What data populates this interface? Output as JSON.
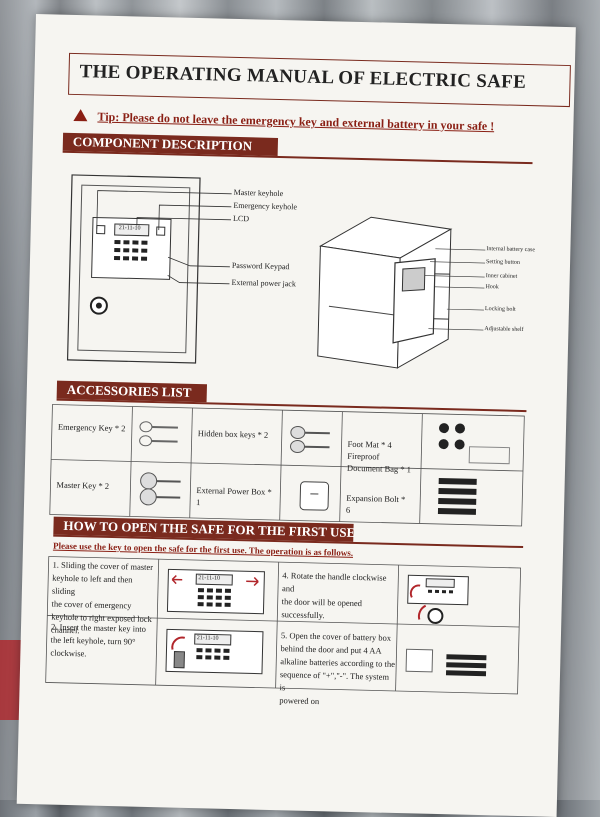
{
  "manual": {
    "title": "THE OPERATING MANUAL OF ELECTRIC SAFE",
    "tip": "Tip: Please do not leave the emergency key and external battery in your safe !",
    "sections": {
      "component": "COMPONENT   DESCRIPTION",
      "accessories": "ACCESSORIES   LIST",
      "howto": "HOW TO OPEN THE SAFE FOR THE FIRST USE"
    },
    "front_labels": [
      "Master keyhole",
      "Emergency keyhole",
      "LCD",
      "Password Keypad",
      "External power jack"
    ],
    "interior_labels": [
      "Internal battery case",
      "Setting button",
      "Inner cabinet",
      "Hook",
      "Locking bolt",
      "Adjustable shelf"
    ],
    "lcd_text": "21-11-10",
    "accessories": [
      {
        "label": "Emergency Key * 2"
      },
      {
        "label": "Hidden box keys * 2"
      },
      {
        "label": "Foot Mat * 4",
        "label2": "Fireproof",
        "label3": "Document Bag * 1"
      },
      {
        "label": "Master Key * 2"
      },
      {
        "label": "External Power Box *",
        "label2": "1"
      },
      {
        "label": "Expansion Bolt *",
        "label2": "6"
      }
    ],
    "instruction_intro": "Please use the key to open the safe for the first use. The operation is as follows.",
    "steps": [
      {
        "l1": "1.  Sliding the cover of master",
        "l2": "keyhole to left and then sliding",
        "l3": "the cover of emergency",
        "l4": "keyhole to right exposed lock",
        "l5": "channel."
      },
      {
        "l1": "2.  Insert the master key into",
        "l2": "the left keyhole, turn 90°",
        "l3": "clockwise."
      },
      {
        "l1": "4.  Rotate the handle clockwise and",
        "l2": "the door will be opened",
        "l3": "successfully."
      },
      {
        "l1": "5.  Open the cover of battery box",
        "l2": "behind the door and put 4 AA",
        "l3": "alkaline batteries according to the",
        "l4": "sequence of \"+\",\"-\". The system is",
        "l5": "powered on"
      }
    ]
  },
  "colors": {
    "accent": "#7a2a1e",
    "tip_red": "#8a1f14",
    "paper": "#f6f5f1"
  }
}
